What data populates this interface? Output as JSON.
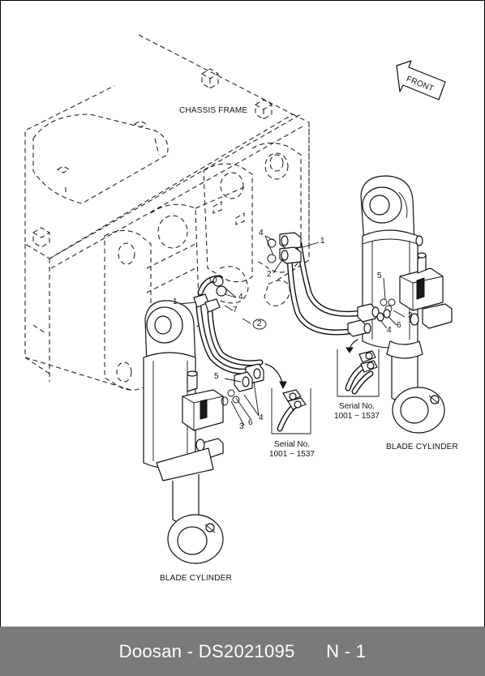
{
  "labels": {
    "chassis_frame": "CHASSIS FRAME",
    "front": "FRONT",
    "blade_cylinder_right": "BLADE CYLINDER",
    "blade_cylinder_left": "BLADE CYLINDER",
    "serial_right_title": "Serial No.",
    "serial_right_range": "1001 ~ 1537",
    "serial_left_title": "Serial No.",
    "serial_left_range": "1001 ~ 1537"
  },
  "callouts": {
    "c1_top": "1",
    "c4_top": "4",
    "c2_top": "2",
    "c1_left": "1",
    "c4_left": "4",
    "c7": "7",
    "c2_circle": "2",
    "c5_right": "5",
    "c3_right": "3",
    "c6_right": "6",
    "c4_right": "4",
    "c5_left": "5",
    "c4_lower": "4",
    "c3_left": "3",
    "c6_left": "6"
  },
  "footer": {
    "text": "Doosan - DS2021095      N - 1"
  }
}
